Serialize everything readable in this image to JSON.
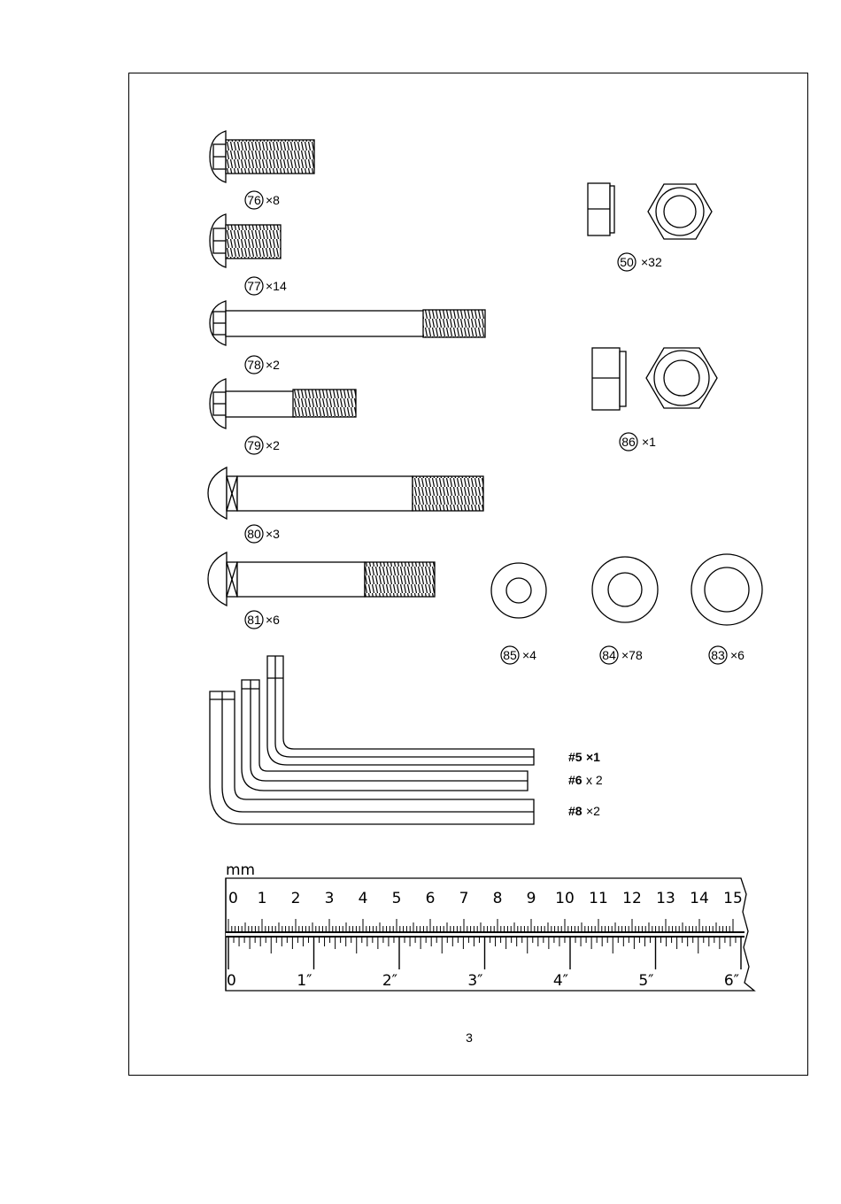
{
  "parts": {
    "p76": {
      "num": "76",
      "qty": "×8"
    },
    "p77": {
      "num": "77",
      "qty": "×14"
    },
    "p78": {
      "num": "78",
      "qty": "×2"
    },
    "p79": {
      "num": "79",
      "qty": "×2"
    },
    "p80": {
      "num": "80",
      "qty": "×3"
    },
    "p81": {
      "num": "81",
      "qty": "×6"
    },
    "p50": {
      "num": "50",
      "qty": "×32"
    },
    "p86": {
      "num": "86",
      "qty": "×1"
    },
    "p85": {
      "num": "85",
      "qty": "×4"
    },
    "p84": {
      "num": "84",
      "qty": "×78"
    },
    "p83": {
      "num": "83",
      "qty": "×6"
    }
  },
  "allen_keys": {
    "k5": {
      "size": "#5",
      "qty": "×1"
    },
    "k6": {
      "size": "#6",
      "qty": "x 2"
    },
    "k8": {
      "size": "#8",
      "qty": "×2"
    }
  },
  "ruler": {
    "unit": "mm",
    "mm_labels": [
      "0",
      "1",
      "2",
      "3",
      "4",
      "5",
      "6",
      "7",
      "8",
      "9",
      "10",
      "11",
      "12",
      "13",
      "14",
      "15"
    ],
    "inch_labels": [
      "0",
      "1″",
      "2″",
      "3″",
      "4″",
      "5″",
      "6″"
    ]
  },
  "page_number": "3"
}
